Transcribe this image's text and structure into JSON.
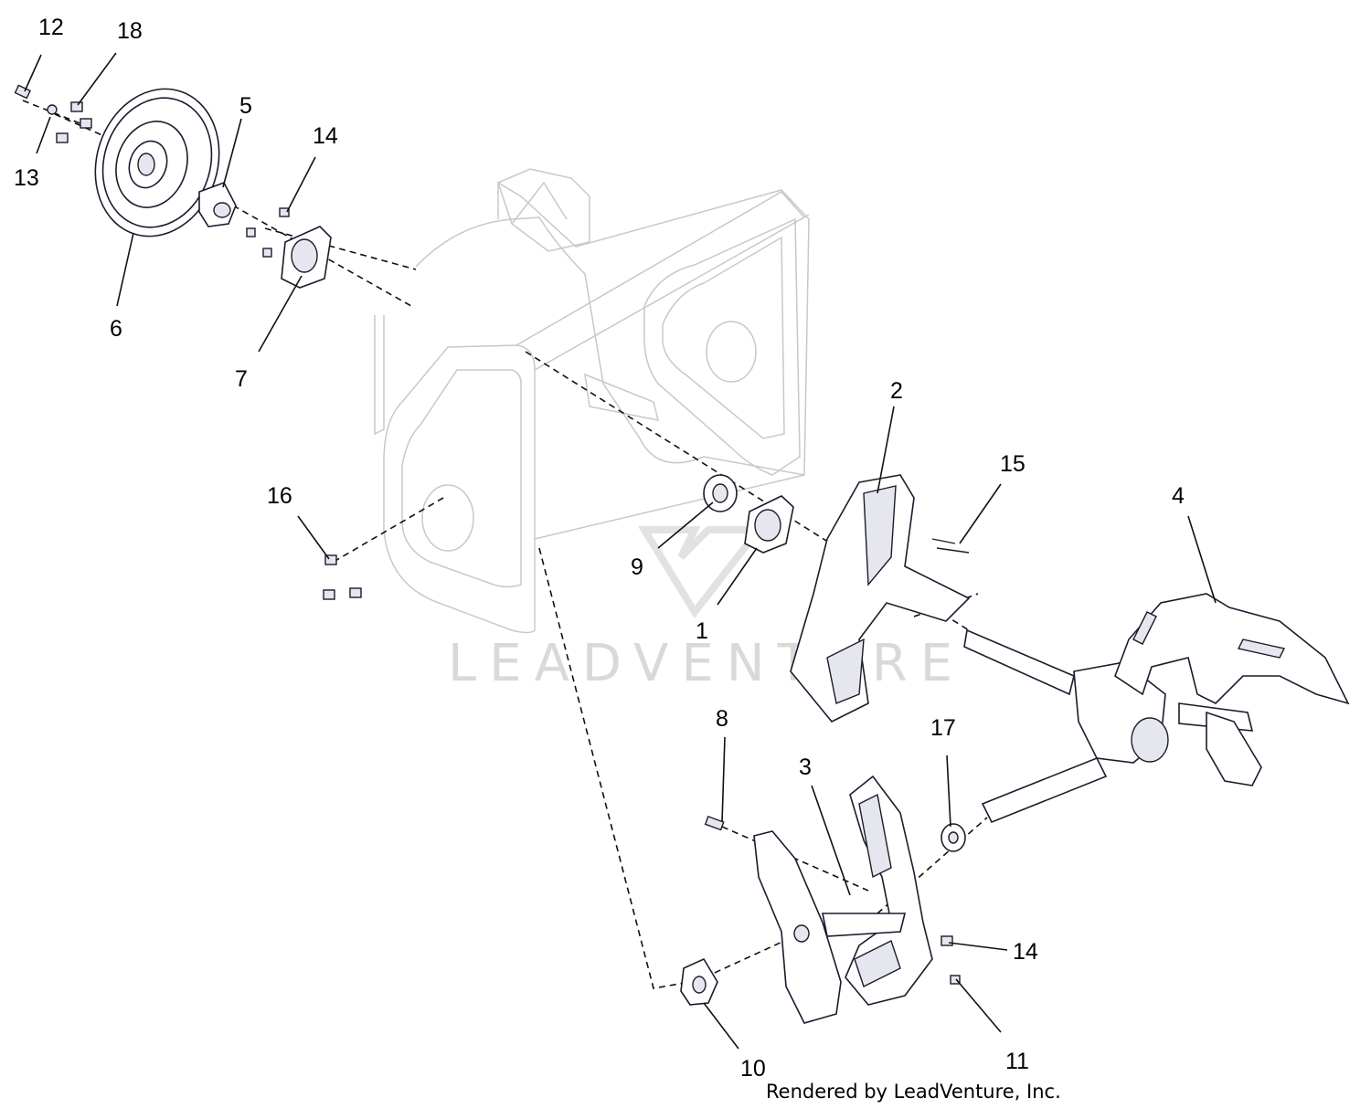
{
  "callouts": {
    "c1": "1",
    "c2": "2",
    "c3": "3",
    "c4": "4",
    "c5": "5",
    "c6": "6",
    "c7": "7",
    "c8": "8",
    "c9": "9",
    "c10": "10",
    "c11": "11",
    "c12": "12",
    "c13": "13",
    "c14a": "14",
    "c14b": "14",
    "c15": "15",
    "c16": "16",
    "c17": "17",
    "c18": "18"
  },
  "watermark": "LEADVENTURE",
  "footer": "Rendered by LeadVenture, Inc."
}
